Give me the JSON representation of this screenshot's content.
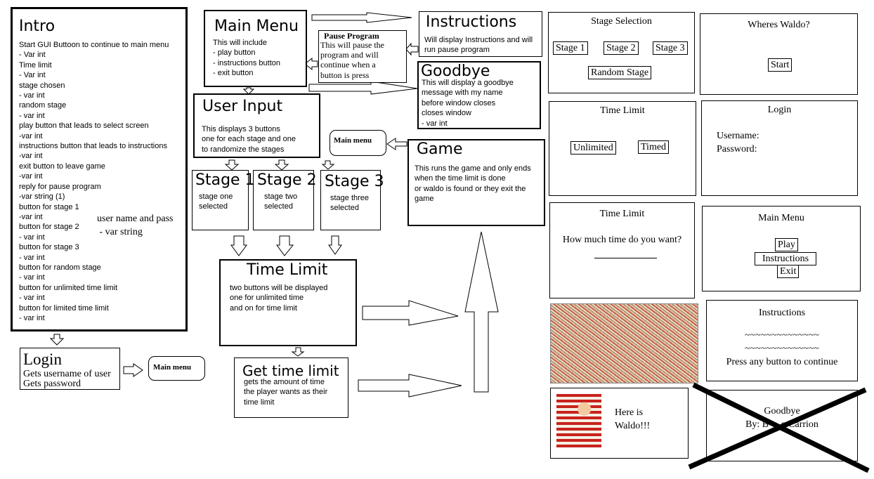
{
  "intro": {
    "title": "Intro",
    "body": "Start GUI Buttoon to continue to main menu\n- Var int\nTime limit\n- Var int\nstage chosen\n- var int\nrandom stage\n- var int\nplay button that leads to select screen\n-var int\ninstructions button that leads to instructions\n-var int\nexit button to leave game\n-var int\nreply for pause program\n-var string (1)\nbutton for stage 1\n-var int\nbutton for stage 2\n- var int\nbutton for stage 3\n- var int\nbutton for random stage\n- var int\nbutton for unlimited time limit\n- var int\nbutton for limited time limit\n- var int",
    "note": "user name and pass\n - var string"
  },
  "login_flow": {
    "title": "Login",
    "body": "Gets username of user\nGets password",
    "next": "Main menu"
  },
  "main_menu": {
    "title": "Main Menu",
    "body": "This will include\n- play button\n- instructions button\n- exit button"
  },
  "pause": {
    "title": "Pause Program",
    "body": "This will pause the\nprogram and will\ncontinue when a\nbutton is press"
  },
  "instructions": {
    "title": "Instructions",
    "body": "Will display Instructions and will\nrun pause program"
  },
  "goodbye_flow": {
    "title": "Goodbye",
    "body": "This will display a goodbye\nmessage with my name\nbefore window closes\ncloses window\n- var int"
  },
  "user_input": {
    "title": "User Input",
    "body": "This displays 3 buttons\none for each stage and one\nto randomize the stages"
  },
  "main_menu_bubble": "Main menu",
  "game": {
    "title": "Game",
    "body": "This runs the game and only ends\nwhen the time limit is done\nor waldo is found or they exit the\ngame"
  },
  "stages": [
    {
      "title": "Stage 1",
      "body": "stage one\nselected"
    },
    {
      "title": "Stage 2",
      "body": "stage two\nselected"
    },
    {
      "title": "Stage 3",
      "body": "stage three\nselected"
    }
  ],
  "time_limit": {
    "title": "Time Limit",
    "body": "two buttons will be displayed\none for unlimited time\nand on for time limit"
  },
  "get_time": {
    "title": "Get time limit",
    "body": "gets the amount of time\nthe player wants as their\ntime limit"
  },
  "mock_stage_selection": {
    "title": "Stage Selection",
    "buttons": [
      "Stage 1",
      "Stage 2",
      "Stage 3"
    ],
    "random": "Random Stage"
  },
  "mock_waldo": {
    "title": "Wheres Waldo?",
    "start": "Start"
  },
  "mock_time_limit": {
    "title": "Time Limit",
    "buttons": [
      "Unlimited",
      "Timed"
    ]
  },
  "mock_login": {
    "title": "Login",
    "username": "Username:",
    "password": "Password:"
  },
  "mock_time_ask": {
    "title": "Time Limit",
    "question": "How much time do you want?"
  },
  "mock_main_menu": {
    "title": "Main Menu",
    "buttons": [
      "Play",
      "Instructions",
      "Exit"
    ]
  },
  "mock_instructions": {
    "title": "Instructions",
    "tildes": "~~~~~~~~~~~~~~",
    "continue": "Press any button to continue"
  },
  "mock_found": {
    "text": "Here is\nWaldo!!!"
  },
  "mock_goodbye": {
    "title": "Goodbye",
    "byline": "By: B     o Carrion"
  }
}
